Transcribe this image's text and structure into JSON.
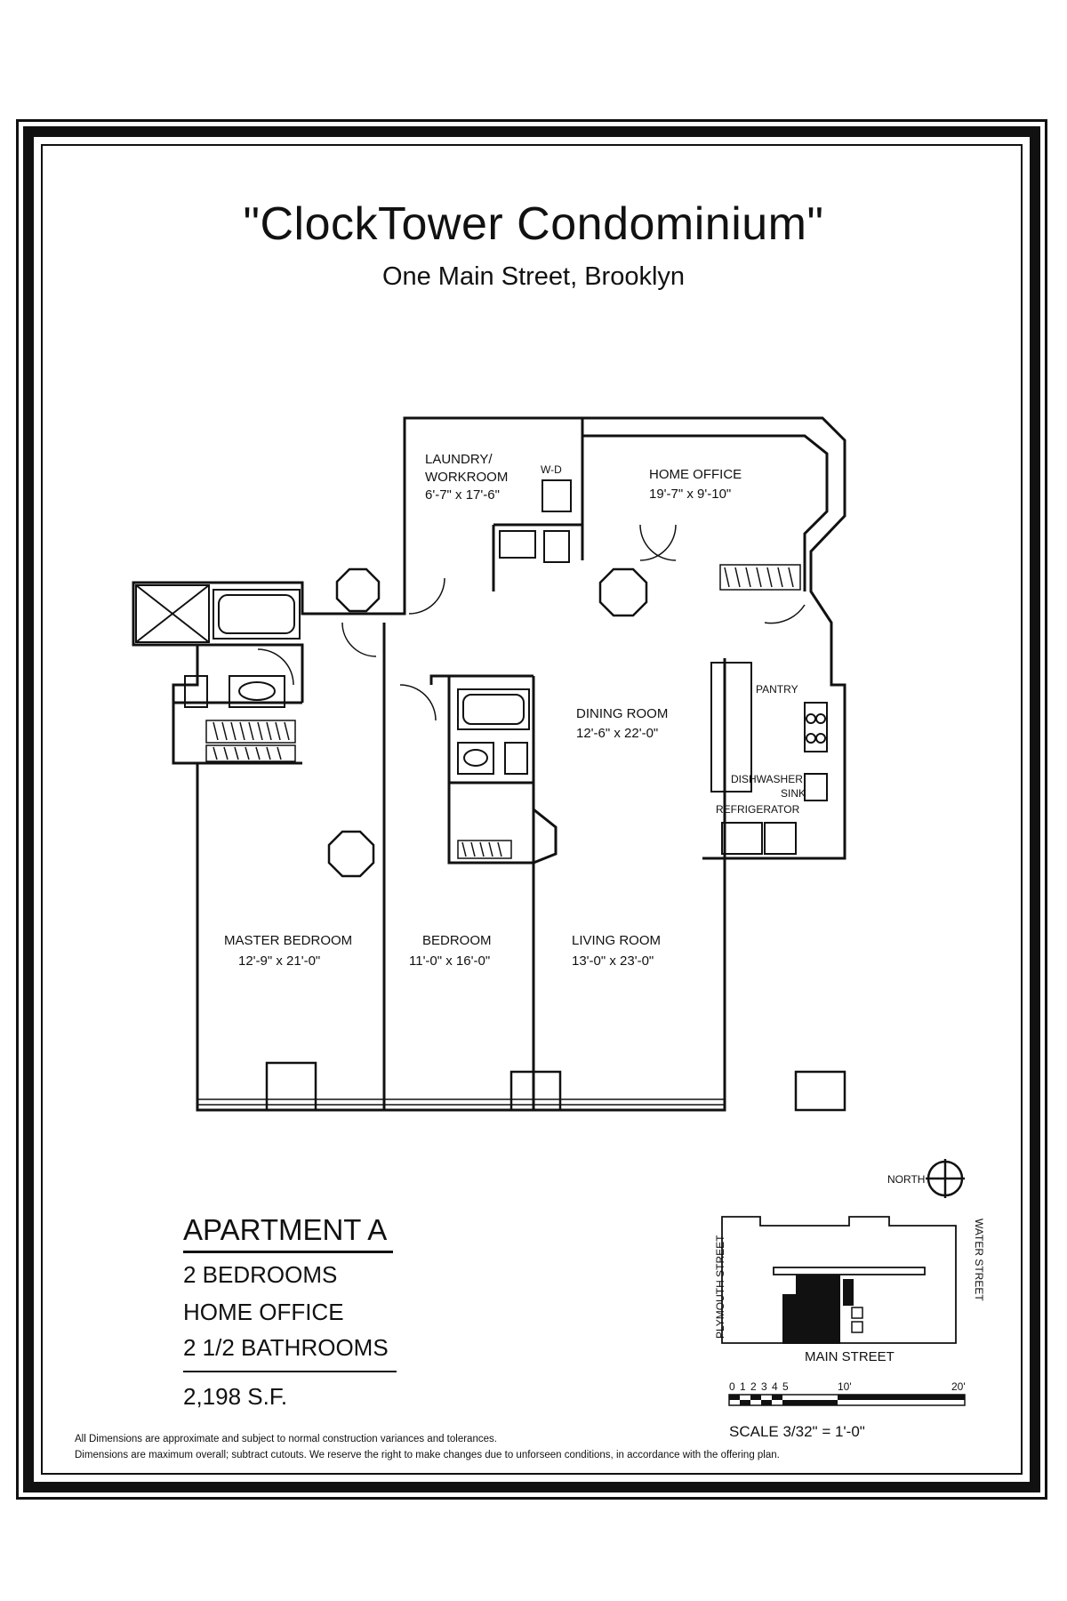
{
  "header": {
    "title": "\"ClockTower Condominium\"",
    "subtitle": "One Main Street, Brooklyn"
  },
  "rooms": [
    {
      "name": "LAUNDRY/",
      "name2": "WORKROOM",
      "dims": "6'-7\" x 17'-6\""
    },
    {
      "name": "HOME OFFICE",
      "dims": "19'-7\" x 9'-10\""
    },
    {
      "name": "DINING ROOM",
      "dims": "12'-6\" x 22'-0\""
    },
    {
      "name": "MASTER BEDROOM",
      "dims": "12'-9\" x 21'-0\""
    },
    {
      "name": "BEDROOM",
      "dims": "11'-0\" x 16'-0\""
    },
    {
      "name": "LIVING ROOM",
      "dims": "13'-0\" x 23'-0\""
    }
  ],
  "fixtures": {
    "wd": "W-D",
    "pantry": "PANTRY",
    "dishwasher": "DISHWASHER",
    "sink": "SINK",
    "refrigerator": "REFRIGERATOR"
  },
  "site": {
    "north": "NORTH",
    "west_street": "PLYMOUTH STREET",
    "east_street": "WATER STREET",
    "south_street": "MAIN STREET"
  },
  "scale": {
    "ticks": [
      "0",
      "1",
      "2",
      "3",
      "4",
      "5",
      "10'",
      "20'"
    ],
    "caption": "SCALE 3/32\" = 1'-0\""
  },
  "apartment": {
    "name": "APARTMENT A",
    "features": [
      "2 BEDROOMS",
      "HOME OFFICE",
      "2 1/2 BATHROOMS"
    ],
    "area": "2,198   S.F."
  },
  "notes": [
    "All Dimensions are approximate and subject to normal construction variances and tolerances.",
    "Dimensions are maximum overall; subtract cutouts.  We reserve the right to make changes due to unforseen conditions, in accordance with the offering plan."
  ]
}
